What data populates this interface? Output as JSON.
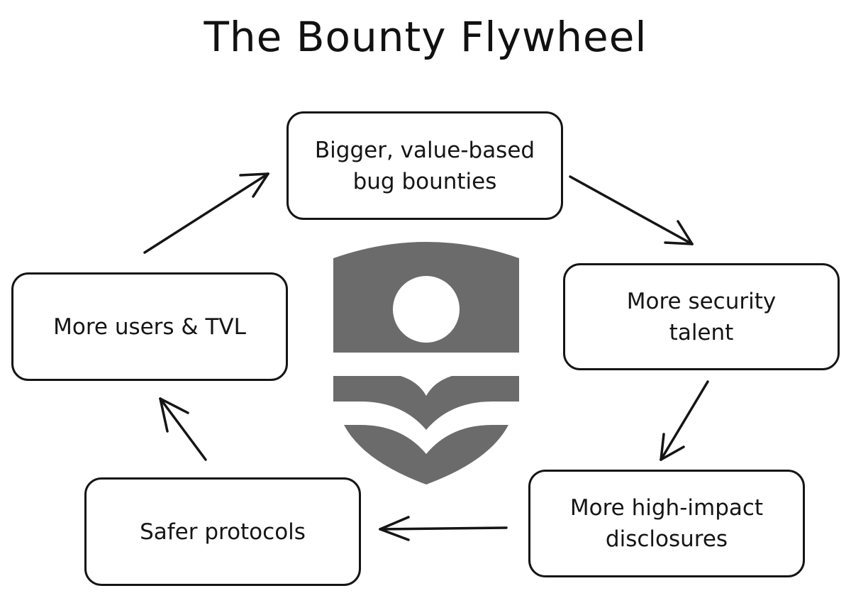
{
  "diagram": {
    "title": "The Bounty Flywheel",
    "nodes": [
      {
        "id": "top",
        "lines": [
          "Bigger, value-based",
          "bug bounties"
        ]
      },
      {
        "id": "right",
        "lines": [
          "More security",
          "talent"
        ]
      },
      {
        "id": "bottom-right",
        "lines": [
          "More high-impact",
          "disclosures"
        ]
      },
      {
        "id": "bottom-left",
        "lines": [
          "Safer protocols"
        ]
      },
      {
        "id": "left",
        "lines": [
          "More users & TVL"
        ]
      }
    ],
    "edges": [
      {
        "from": "top",
        "to": "right"
      },
      {
        "from": "right",
        "to": "bottom-right"
      },
      {
        "from": "bottom-right",
        "to": "bottom-left"
      },
      {
        "from": "bottom-left",
        "to": "left"
      },
      {
        "from": "left",
        "to": "top"
      }
    ],
    "colors": {
      "ink": "#151515",
      "logo": "#6b6b6b",
      "background": "#ffffff"
    },
    "center_logo": "shield-logo"
  }
}
